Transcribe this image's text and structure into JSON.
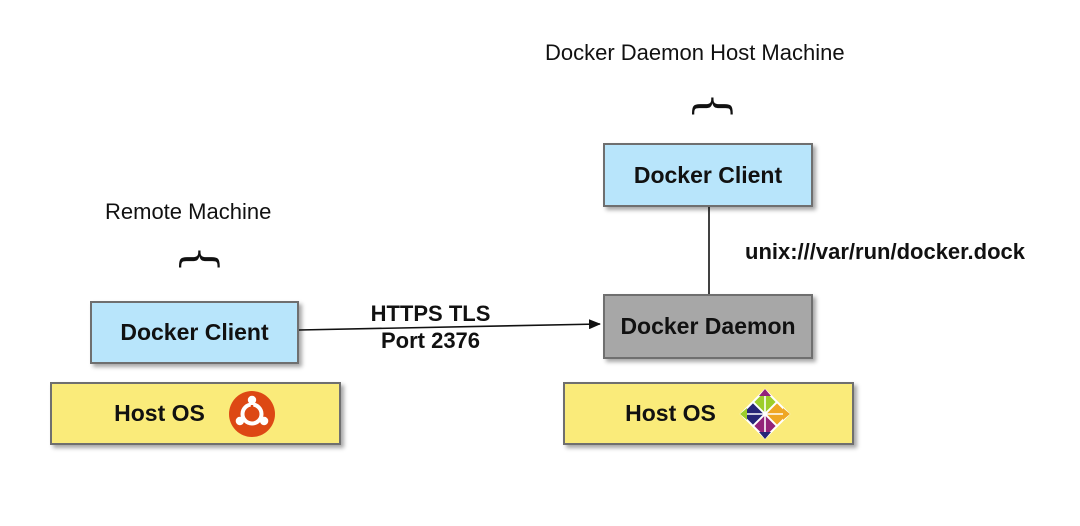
{
  "remote": {
    "caption": "Remote Machine",
    "client_label": "Docker Client",
    "hostos_label": "Host OS",
    "os_icon": "ubuntu-logo-icon",
    "os_icon_color": "#dd4814"
  },
  "daemon_host": {
    "caption": "Docker Daemon Host Machine",
    "client_label": "Docker Client",
    "daemon_label": "Docker Daemon",
    "hostos_label": "Host OS",
    "os_icon": "centos-logo-icon"
  },
  "connections": {
    "remote_link_line1": "HTTPS TLS",
    "remote_link_line2": "Port 2376",
    "local_link": "unix:///var/run/docker.dock"
  },
  "colors": {
    "client_fill": "#b8e5fb",
    "daemon_fill": "#a7a7a7",
    "hostos_fill": "#faeb7a",
    "border": "#6f6f6f"
  }
}
